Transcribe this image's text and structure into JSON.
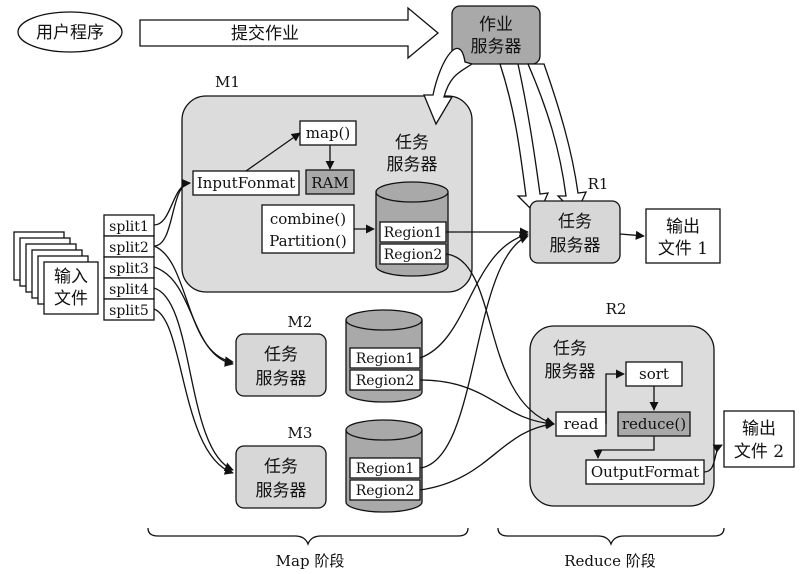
{
  "user_program": "用户程序",
  "submit_job": "提交作业",
  "job_server": [
    "作业",
    "服务器"
  ],
  "task_server": [
    "任务",
    "服务器"
  ],
  "task_server_label": "任务",
  "server_label": "服务器",
  "m1": "M1",
  "m2": "M2",
  "m3": "M3",
  "r1": "R1",
  "r2": "R2",
  "input_file": [
    "输入",
    "文件"
  ],
  "splits": [
    "split1",
    "split2",
    "split3",
    "split4",
    "split5"
  ],
  "input_format": "InputFonmat",
  "map_fn": "map()",
  "ram": "RAM",
  "combine": "combine()",
  "partition": "Partition()",
  "region1": "Region1",
  "region2": "Region2",
  "output_file_1": [
    "输出",
    "文件 1"
  ],
  "output_file_2": [
    "输出",
    "文件 2"
  ],
  "read": "read",
  "sort": "sort",
  "reduce_fn": "reduce()",
  "output_format": "OutputFormat",
  "map_phase": "Map 阶段",
  "reduce_phase": "Reduce 阶段"
}
